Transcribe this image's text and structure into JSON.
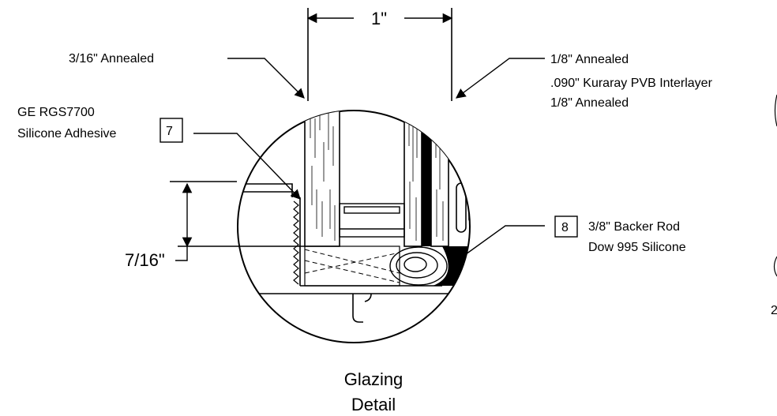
{
  "dimension_width": "1\"",
  "dimension_height": "7/16\"",
  "labels": {
    "outer_lite": "3/16\" Annealed",
    "inner_lite_1": "1/8\" Annealed",
    "interlayer": ".090\" Kuraray PVB Interlayer",
    "inner_lite_2": "1/8\" Annealed",
    "adhesive_1": "GE RGS7700",
    "adhesive_2": "Silicone Adhesive",
    "adhesive_tag": "7",
    "backer_tag": "8",
    "backer_1": "3/8\" Backer Rod",
    "backer_2": "Dow 995 Silicone"
  },
  "title": {
    "line1": "Glazing",
    "line2": "Detail"
  },
  "edge_fragment": "2"
}
